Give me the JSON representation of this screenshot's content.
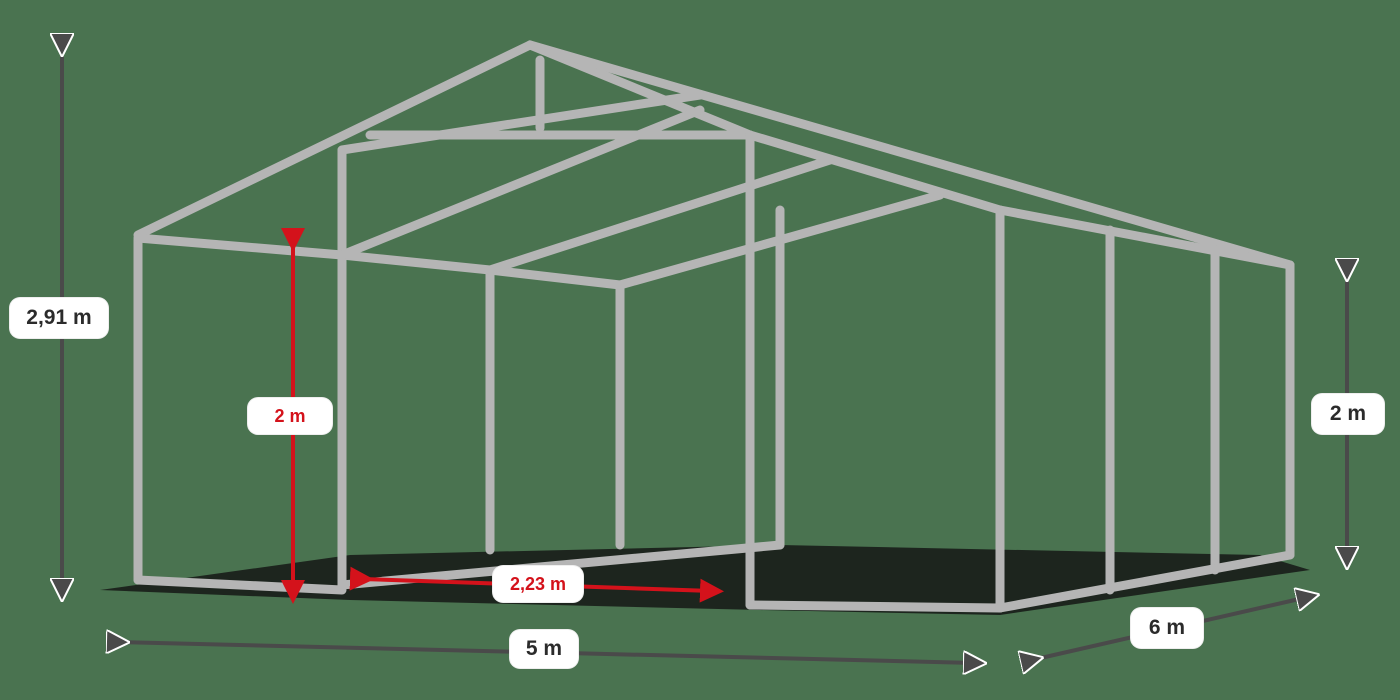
{
  "diagram": {
    "subject": "tent frame dimensions",
    "colors": {
      "background": "#4a7350",
      "pipe": "#b8b8b8",
      "arrow_dark": "#4a4a4a",
      "arrow_red": "#d4121b",
      "label_bg": "#ffffff"
    },
    "dimensions": {
      "total_height": "2,91 m",
      "side_height": "2 m",
      "inner_height": "2 m",
      "pole_spacing": "2,23 m",
      "width": "5 m",
      "length": "6 m"
    }
  }
}
